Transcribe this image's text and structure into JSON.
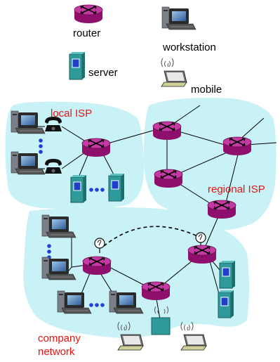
{
  "legend": {
    "router": "router",
    "workstation": "workstation",
    "server": "server",
    "mobile": "mobile"
  },
  "regions": {
    "local_isp": "local ISP",
    "regional_isp": "regional ISP",
    "company_network_line1": "company",
    "company_network_line2": "network"
  },
  "colors": {
    "region_fill": "#c8f2f6",
    "router": "#b8198c",
    "router_top": "#d860b8",
    "region_label": "#ee1111",
    "link": "#000000",
    "dots": "#1f3fd8",
    "server_body": "#2f9a9a",
    "server_screen": "#1f3fc8"
  },
  "icons": {
    "router": "router-icon",
    "workstation": "workstation-icon",
    "server": "server-icon",
    "mobile": "laptop-icon",
    "telephone": "telephone-icon",
    "access_point": "wireless-access-point-icon",
    "radio": "radio-tower-icon"
  }
}
